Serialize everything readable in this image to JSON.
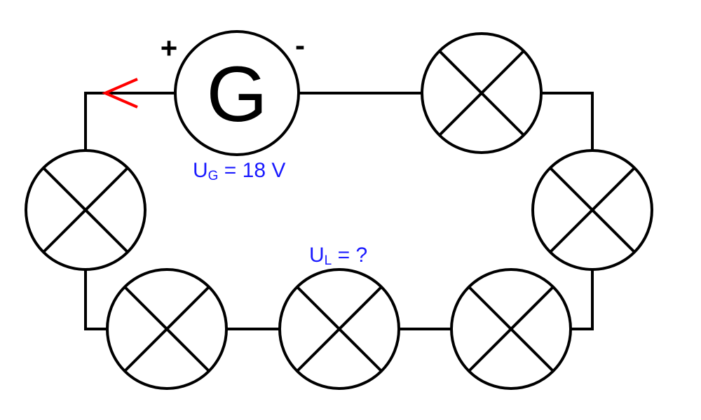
{
  "generator": {
    "letter": "G",
    "plus": "+",
    "minus": "-"
  },
  "labels": {
    "generator_voltage": {
      "main": "U",
      "sub": "G",
      "rest": " = 18 V"
    },
    "lamp_voltage": {
      "main": "U",
      "sub": "L",
      "rest": " = ?"
    }
  },
  "colors": {
    "wire": "#000000",
    "label": "#1a1aff",
    "arrow": "#ff0000"
  },
  "components": {
    "lamp_count": 6,
    "icon": "lamp-cross-icon"
  }
}
